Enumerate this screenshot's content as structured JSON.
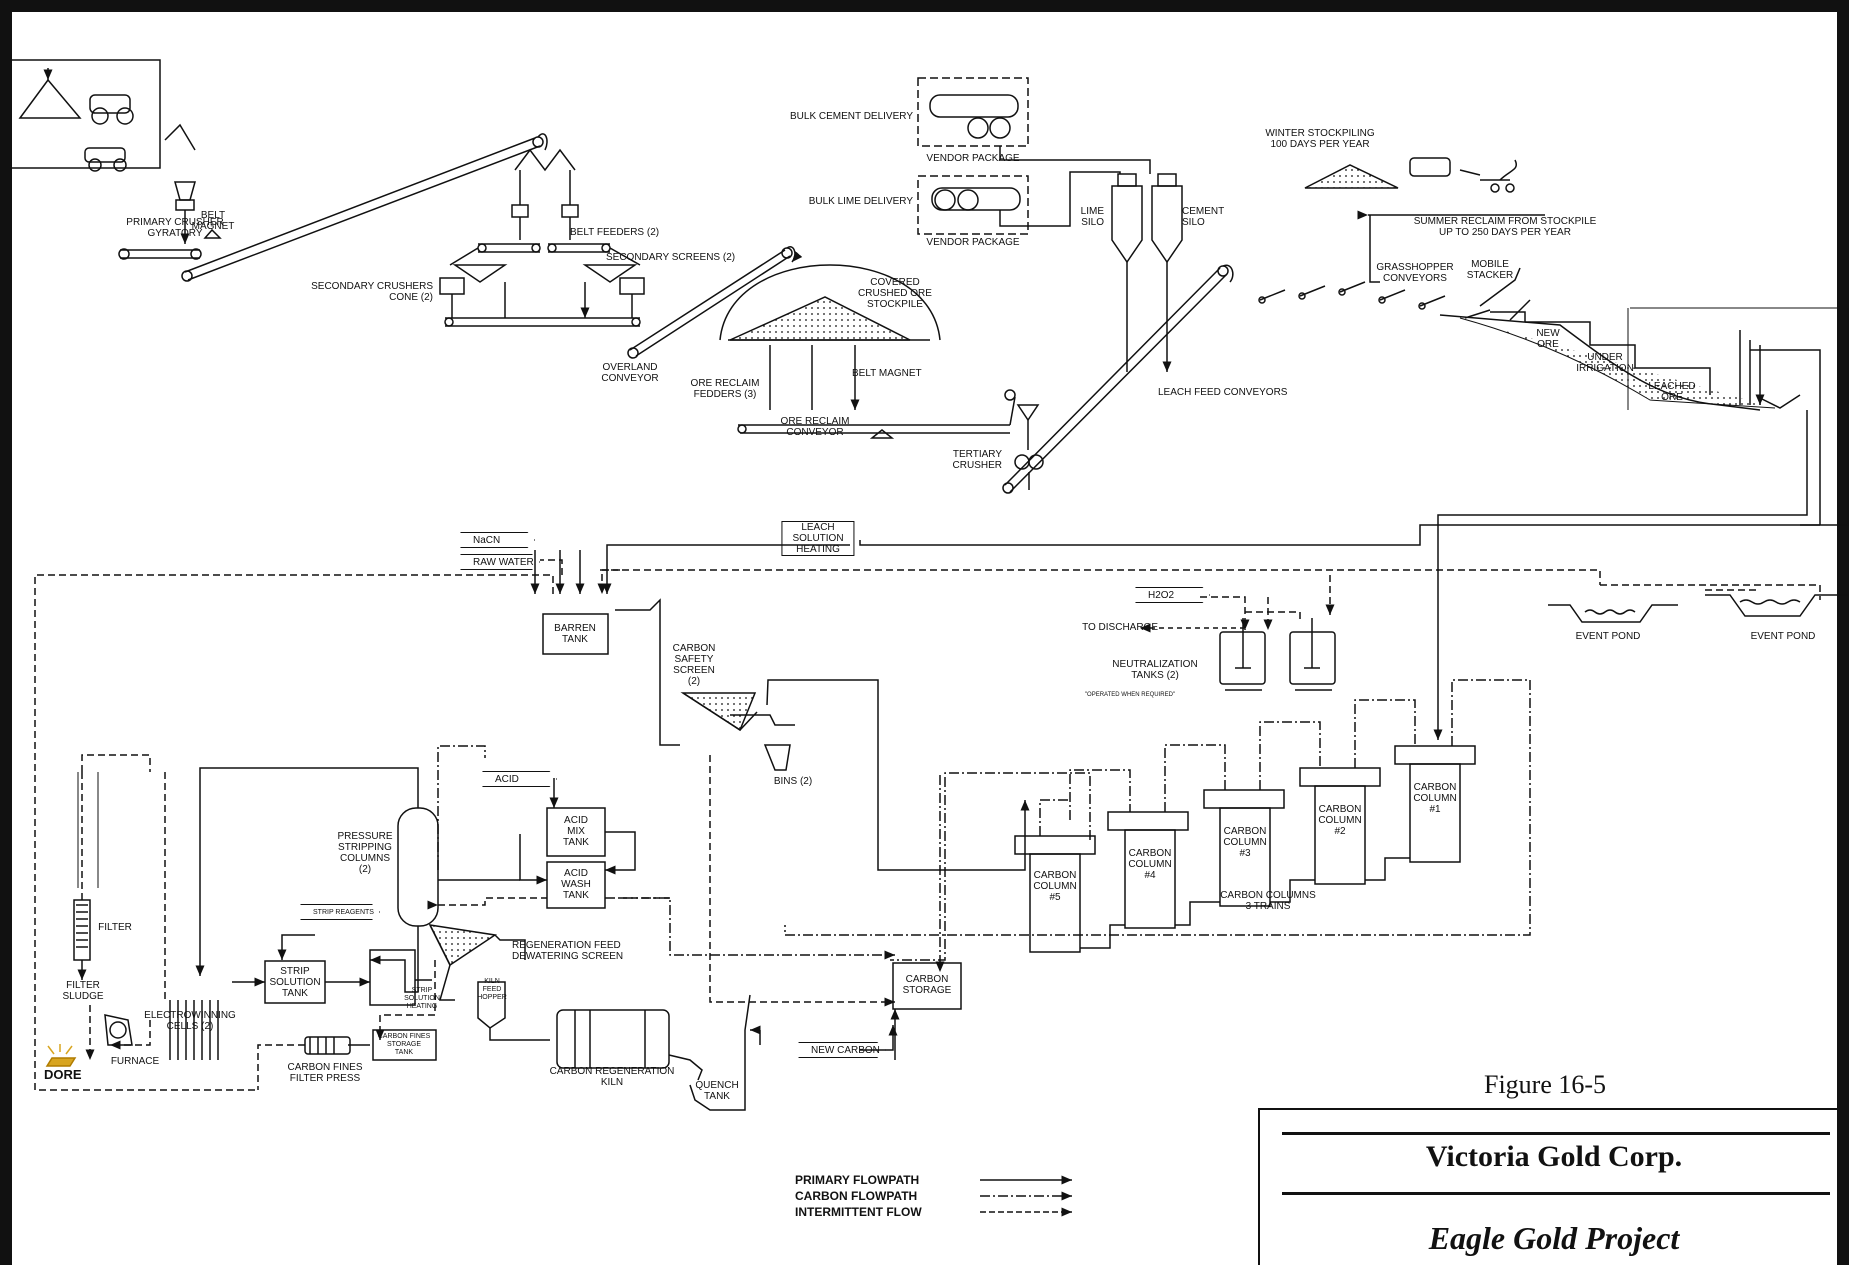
{
  "figure_label": "Figure 16-5",
  "company": "Victoria Gold Corp.",
  "project": "Eagle Gold Project",
  "legend": {
    "primary": "PRIMARY FLOWPATH",
    "carbon": "CARBON FLOWPATH",
    "intermittent": "INTERMITTENT FLOW"
  },
  "labels": {
    "primary_crusher": "PRIMARY CRUSHER\nGYRATORY",
    "belt_magnet_1": "BELT\nMAGNET",
    "belt_feeders": "BELT FEEDERS (2)",
    "secondary_screens": "SECONDARY SCREENS (2)",
    "secondary_crushers": "SECONDARY CRUSHERS\nCONE (2)",
    "overland_conveyor": "OVERLAND\nCONVEYOR",
    "covered_stockpile": "COVERED\nCRUSHED ORE\nSTOCKPILE",
    "ore_reclaim_feeders": "ORE RECLAIM\nFEDDERS (3)",
    "belt_magnet_2": "BELT MAGNET",
    "ore_reclaim_conveyor": "ORE RECLAIM\nCONVEYOR",
    "bulk_cement": "BULK CEMENT DELIVERY",
    "vendor_package_1": "VENDOR PACKAGE",
    "bulk_lime": "BULK LIME DELIVERY",
    "vendor_package_2": "VENDOR PACKAGE",
    "lime_silo": "LIME\nSILO",
    "cement_silo": "CEMENT\nSILO",
    "tertiary_crusher": "TERTIARY\nCRUSHER",
    "leach_feed_conveyors": "LEACH FEED CONVEYORS",
    "winter_stockpiling": "WINTER STOCKPILING\n100 DAYS PER YEAR",
    "summer_reclaim": "SUMMER RECLAIM FROM STOCKPILE\nUP TO 250 DAYS PER YEAR",
    "grasshopper": "GRASSHOPPER\nCONVEYORS",
    "mobile_stacker": "MOBILE\nSTACKER",
    "new_ore": "NEW\nORE",
    "under_irrigation": "UNDER\nIRRIGATION",
    "leached_ore": "LEACHED\nORE",
    "nacn": "NaCN",
    "raw_water": "RAW WATER",
    "leach_heating": "LEACH\nSOLUTION\nHEATING",
    "barren_tank": "BARREN\nTANK",
    "carbon_safety_screen": "CARBON\nSAFETY\nSCREEN\n(2)",
    "bins": "BINS (2)",
    "h2o2": "H2O2",
    "to_discharge": "TO DISCHARGE",
    "neutralization": "NEUTRALIZATION\nTANKS (2)",
    "operated_note": "\"OPERATED WHEN REQUIRED\"",
    "event_pond_1": "EVENT POND",
    "event_pond_2": "EVENT POND",
    "acid": "ACID",
    "acid_mix": "ACID\nMIX\nTANK",
    "acid_wash": "ACID\nWASH\nTANK",
    "pressure_stripping": "PRESSURE\nSTRIPPING\nCOLUMNS\n(2)",
    "strip_reagents": "STRIP REAGENTS",
    "strip_solution_tank": "STRIP\nSOLUTION\nTANK",
    "strip_heating": "STRIP\nSOLUTION\nHEATING",
    "regen_screen": "REGENERATION FEED\nDEWATERING SCREEN",
    "kiln_hopper": "KILN\nFEED\nHOPPER",
    "carbon_storage": "CARBON\nSTORAGE",
    "carbon_regen_kiln": "CARBON REGENERATION\nKILN",
    "quench_tank": "QUENCH\nTANK",
    "new_carbon": "NEW CARBON",
    "carbon_fines_tank": "CARBON FINES\nSTORAGE\nTANK",
    "carbon_fines_press": "CARBON FINES\nFILTER PRESS",
    "filter": "FILTER",
    "filter_sludge": "FILTER\nSLUDGE",
    "electrowinning": "ELECTROWINNING\nCELLS (2)",
    "furnace": "FURNACE",
    "dore": "DORE",
    "col5": "CARBON\nCOLUMN\n#5",
    "col4": "CARBON\nCOLUMN\n#4",
    "col3": "CARBON\nCOLUMN\n#3",
    "col2": "CARBON\nCOLUMN\n#2",
    "col1": "CARBON\nCOLUMN\n#1",
    "carbon_columns": "CARBON COLUMNS\n3 TRAINS"
  }
}
